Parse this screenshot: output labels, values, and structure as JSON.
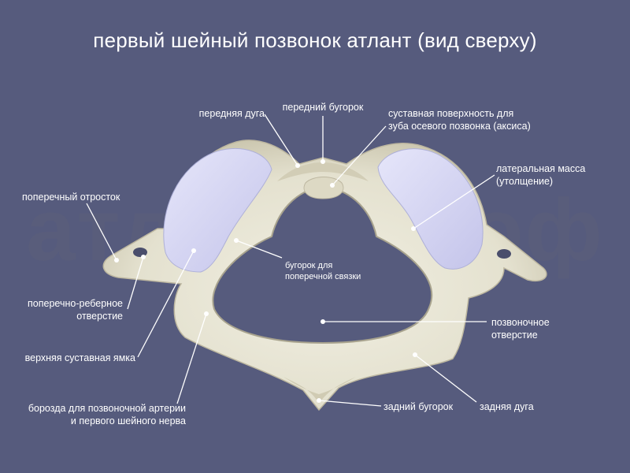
{
  "title": "первый шейный позвонок атлант (вид сверху)",
  "watermark": "атлант-проф",
  "colors": {
    "background": "#565b7d",
    "bone": "#e8e6d6",
    "bone_shadow": "#c9c4ae",
    "cartilage": "#d5d4f2",
    "label_text": "#ffffff",
    "leader_line": "#ffffff"
  },
  "labels": {
    "anterior_arch": "передняя дуга",
    "anterior_tubercle": "передний бугорок",
    "dens_facet": "суставная поверхность для\nзуба осевого позвонка (аксиса)",
    "lateral_mass": "латеральная масса\n(утолщение)",
    "transverse_process": "поперечный отросток",
    "transverse_ligament_tubercle": "бугорок для\nпоперечной связки",
    "transverse_foramen": "поперечно-реберное\nотверстие",
    "vertebral_foramen": "позвоночное\nотверстие",
    "superior_facet": "верхняя суставная ямка",
    "artery_groove": "борозда для позвоночной артерии\nи первого шейного нерва",
    "posterior_tubercle": "задний бугорок",
    "posterior_arch": "задняя дуга"
  }
}
